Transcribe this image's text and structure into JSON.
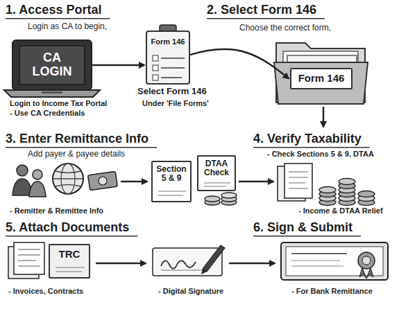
{
  "diagram": {
    "nodes": [
      {
        "text": [
          "CA LOGIN"
        ]
      },
      {
        "text": [
          "Form 146"
        ]
      },
      {
        "text": [
          "Form 146"
        ]
      },
      {
        "text": [
          "Section 5 & 9"
        ]
      },
      {
        "text": [
          "DTAA Check"
        ]
      },
      {
        "text": [
          "TRC"
        ]
      }
    ],
    "edges": [
      {
        "from": 0,
        "to": 1,
        "arrow": "to"
      },
      {
        "from": 1,
        "to": 2,
        "arrow": "to"
      }
    ],
    "labels": [
      "1. Access Portal",
      "Login as CA to begin,",
      "Login to Income Tax Portal",
      "- Use CA Credentials",
      "Select Form 146",
      "Under 'File Forms'",
      "2. Select Form 146",
      "Choose the correct form,",
      "3. Enter Remittance Info",
      "Add payer & payee details",
      "- Remitter & Remittee Info",
      "4. Verify Taxability",
      "- Check Sections 5 & 9, DTAA",
      "- Income & DTAA Relief",
      "5. Attach Documents",
      "- Invoices, Contracts",
      "- Digital Signature",
      "6. Sign & Submit",
      "- For Bank Remittance"
    ]
  }
}
